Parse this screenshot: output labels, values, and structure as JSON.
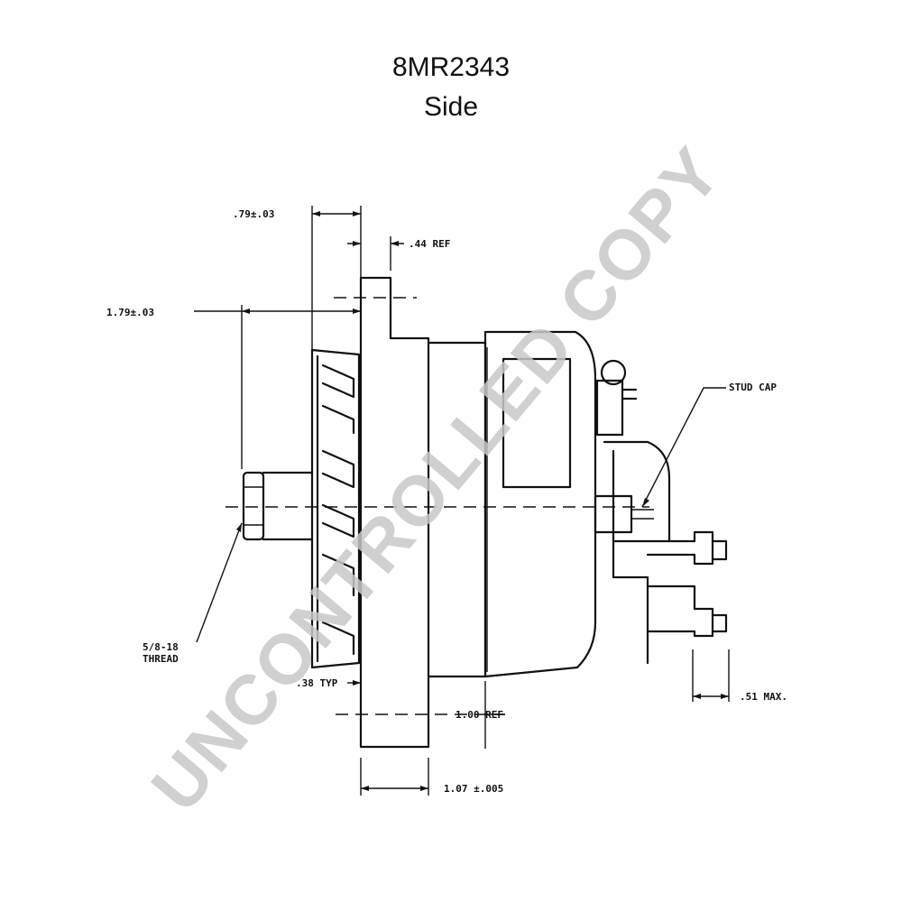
{
  "title": "8MR2343",
  "subtitle": "Side",
  "watermark": "UNCONTROLLED COPY",
  "dimensions": {
    "flange_offset": ".79±.03",
    "ref_44": ".44 REF",
    "overall_offset": "1.79±.03",
    "thread": "5/8-18",
    "thread_word": "THREAD",
    "typ": ".38 TYP",
    "ref_100": "1.00 REF",
    "bottom": "1.07 ±.005",
    "max": ".51 MAX.",
    "stud_cap": "STUD CAP"
  },
  "colors": {
    "line": "#111111",
    "watermark": "#c8c8c8"
  }
}
